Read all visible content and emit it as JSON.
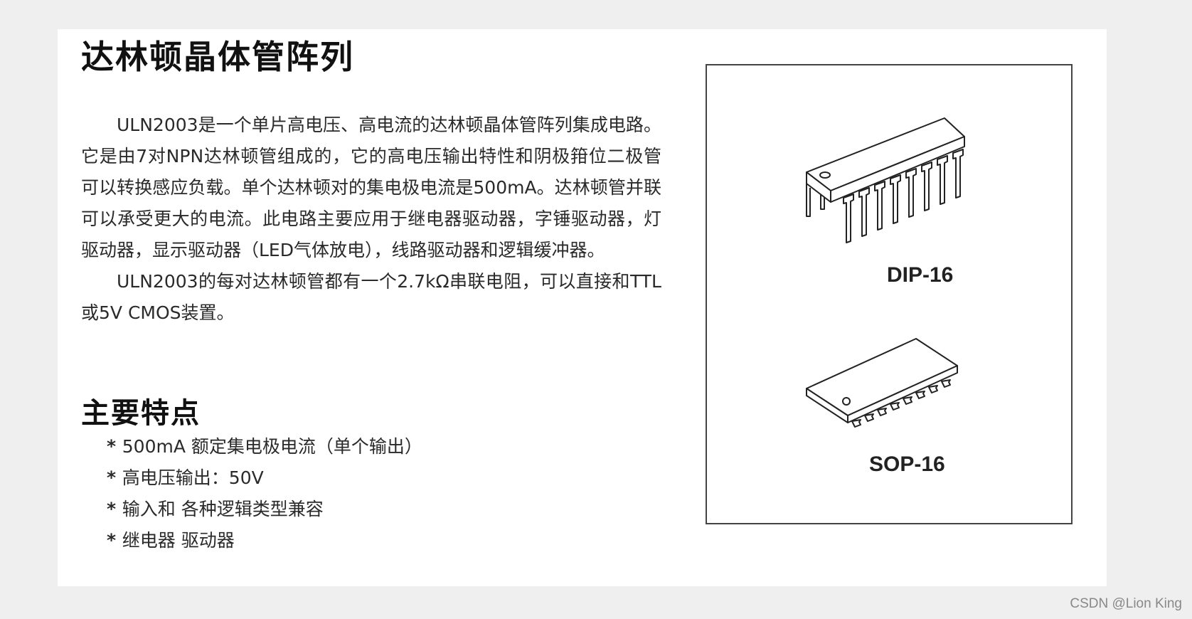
{
  "document": {
    "title": "达林顿晶体管阵列",
    "paragraphs": [
      "ULN2003是一个单片高电压、高电流的达林顿晶体管阵列集成电路。它是由7对NPN达林顿管组成的，它的高电压输出特性和阴极箝位二极管可以转换感应负载。单个达林顿对的集电极电流是500mA。达林顿管并联可以承受更大的电流。此电路主要应用于继电器驱动器，字锤驱动器，灯驱动器，显示驱动器（LED气体放电），线路驱动器和逻辑缓冲器。",
      "ULN2003的每对达林顿管都有一个2.7kΩ串联电阻，可以直接和TTL或5V CMOS装置。"
    ],
    "features_title": "主要特点",
    "features": [
      "500mA 额定集电极电流（单个输出）",
      "高电压输出：50V",
      "输入和 各种逻辑类型兼容",
      "继电器 驱动器"
    ]
  },
  "figure": {
    "dip_label": "DIP-16",
    "sop_label": "SOP-16"
  },
  "watermark": "CSDN @Lion King"
}
